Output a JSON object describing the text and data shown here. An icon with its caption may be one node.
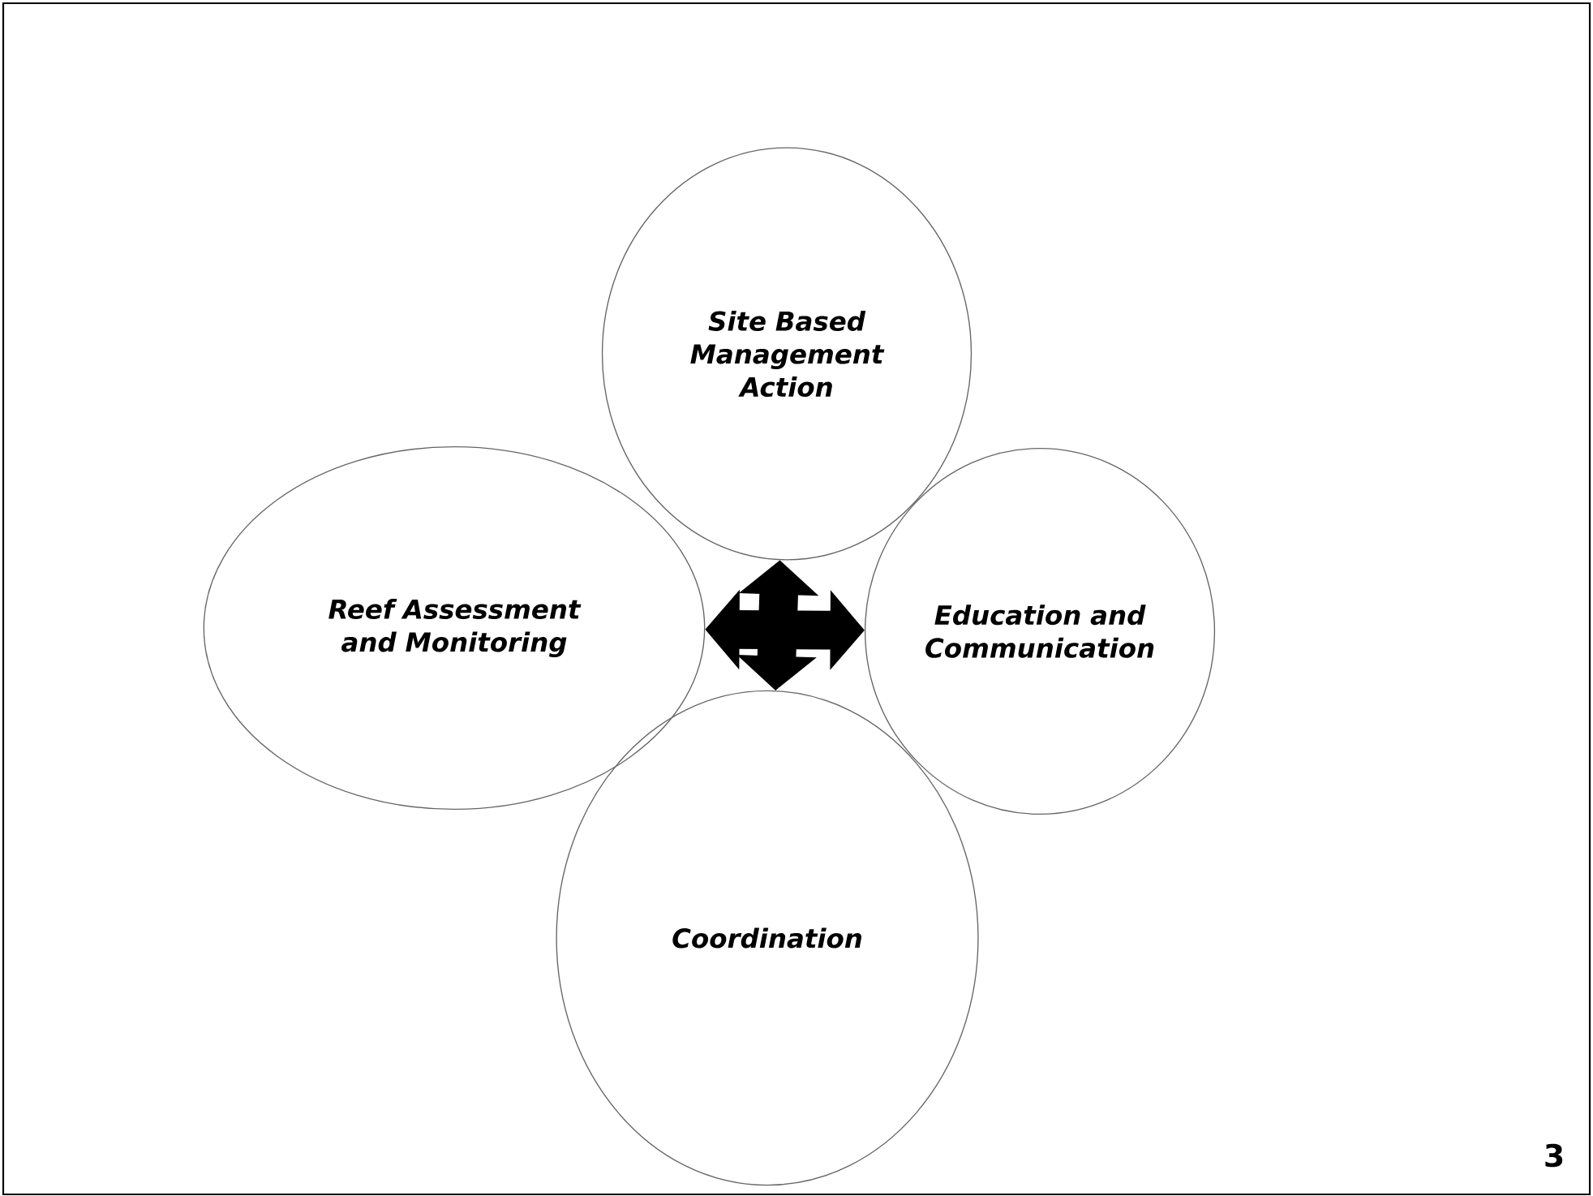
{
  "diagram": {
    "nodes": [
      {
        "text": [
          "Site Based Management Action"
        ]
      },
      {
        "text": [
          "Reef Assessment and Monitoring"
        ]
      },
      {
        "text": [
          "Education and Communication"
        ]
      },
      {
        "text": [
          "Coordination"
        ]
      }
    ],
    "edges": [
      {
        "from": 0,
        "to": 3,
        "arrow": "both"
      },
      {
        "from": 1,
        "to": 2,
        "arrow": "both"
      }
    ],
    "labels": [
      "3"
    ]
  }
}
